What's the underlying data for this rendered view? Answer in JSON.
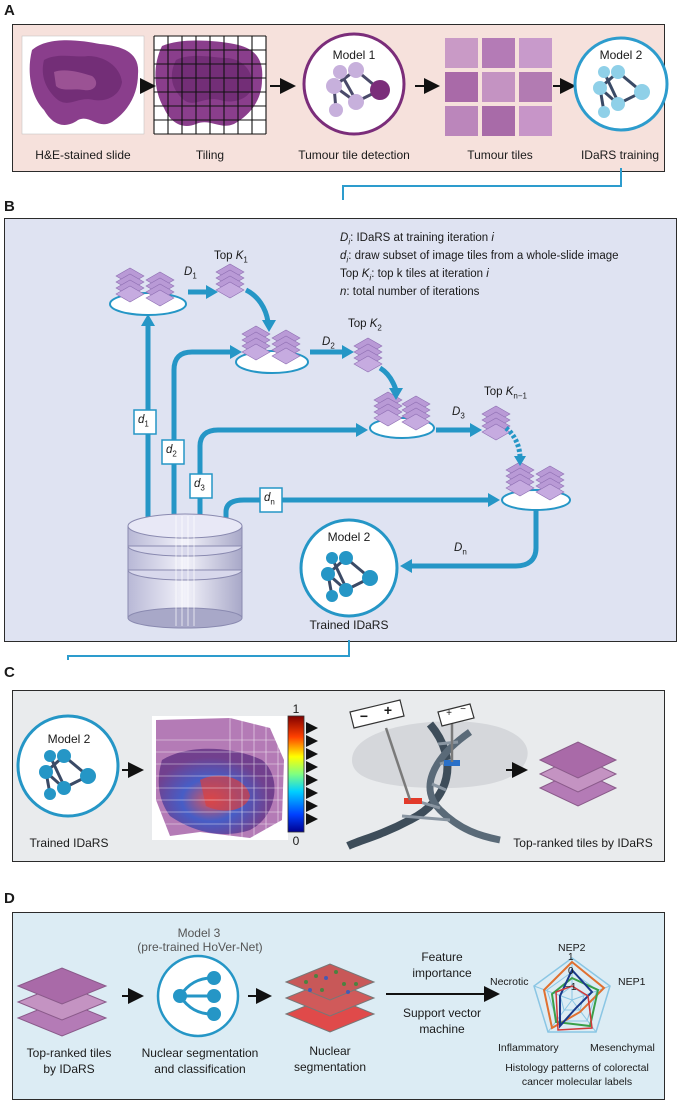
{
  "colors": {
    "panel_a_bg": "#f6e1dc",
    "panel_b_bg": "#dfe3f2",
    "panel_c_bg": "#e9ebed",
    "panel_d_bg": "#dcecf4",
    "arrow_blue": "#2d9ccd",
    "model_purple": "#7b2d7a",
    "tile_purple": "#b99ad6"
  },
  "panel_a": {
    "letter": "A",
    "labels": {
      "slide": "H&E-stained slide",
      "tiling": "Tiling",
      "detection": "Tumour tile detection",
      "tiles": "Tumour tiles",
      "training": "IDaRS training"
    },
    "model1": "Model 1",
    "model2": "Model 2"
  },
  "panel_b": {
    "letter": "B",
    "legend": {
      "D_sym": "D",
      "D_sub": "i",
      "D_text": ": IDaRS at training iteration ",
      "D_i": "i",
      "d_sym": "d",
      "d_sub": "i",
      "d_text": ": draw subset of image tiles from a whole-slide image",
      "top_pre": "Top ",
      "top_K": "K",
      "top_sub": "i",
      "top_text": ": top k tiles at iteration ",
      "top_i": "i",
      "n_sym": "n",
      "n_text": ": total number of iterations"
    },
    "labels": {
      "D": "D",
      "d": "d",
      "top": "Top",
      "K": "K",
      "sub1": "1",
      "sub2": "2",
      "sub3": "3",
      "subn": "n",
      "subn1": "n−1"
    },
    "model2": "Model 2",
    "trained": "Trained IDaRS"
  },
  "panel_c": {
    "letter": "C",
    "model2": "Model 2",
    "trained": "Trained IDaRS",
    "colorbar_max": "1",
    "colorbar_min": "0",
    "minus": "−",
    "plus": "+",
    "top_ranked": "Top-ranked tiles by IDaRS"
  },
  "panel_d": {
    "letter": "D",
    "model3": "Model 3",
    "hovernet": "(pre-trained HoVer-Net)",
    "tiles_l1": "Top-ranked tiles",
    "tiles_l2": "by IDaRS",
    "seg_l1": "Nuclear segmentation",
    "seg_l2": "and classification",
    "nuc_l1": "Nuclear",
    "nuc_l2": "segmentation",
    "feat_l1": "Feature",
    "feat_l2": "importance",
    "svm_l1": "Support vector",
    "svm_l2": "machine",
    "radar": {
      "axes": [
        "NEP2",
        "NEP1",
        "Mesenchymal",
        "Inflammatory",
        "Necrotic"
      ],
      "ticks": [
        "1",
        "0",
        "−1"
      ],
      "caption_l1": "Histology patterns of colorectal",
      "caption_l2": "cancer molecular labels"
    }
  }
}
